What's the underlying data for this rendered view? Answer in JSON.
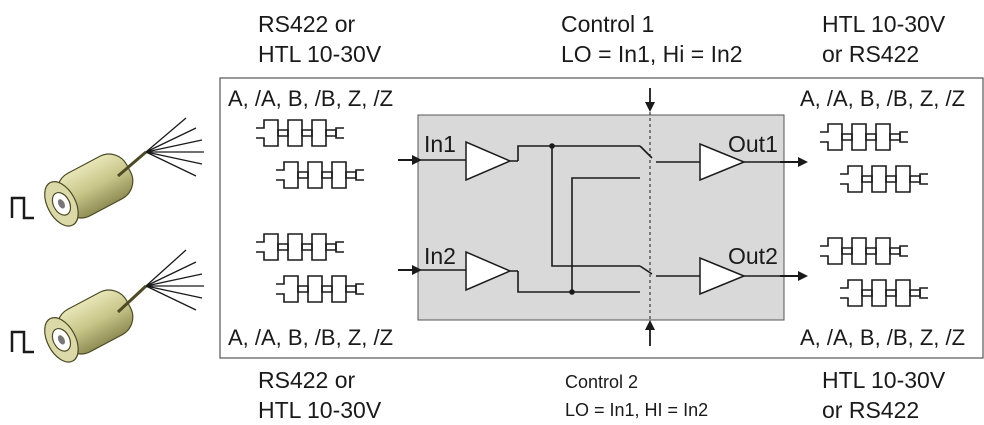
{
  "labels": {
    "input_type_top_line1": "RS422 or",
    "input_type_top_line2": "HTL 10-30V",
    "control1_title": "Control 1",
    "control1_logic": "LO = In1, Hi = In2",
    "output_type_top_line1": "HTL 10-30V",
    "output_type_top_line2": "or RS422",
    "signals_in_top": "A, /A, B, /B, Z, /Z",
    "signals_out_top": "A, /A, B, /B, Z, /Z",
    "signals_in_bottom": "A, /A, B, /B, Z, /Z",
    "signals_out_bottom": "A, /A, B, /B, Z, /Z",
    "in1": "In1",
    "in2": "In2",
    "out1": "Out1",
    "out2": "Out2",
    "input_type_bottom_line1": "RS422 or",
    "input_type_bottom_line2": "HTL 10-30V",
    "control2_title": "Control 2",
    "control2_logic": "LO = In1, HI = In2",
    "output_type_bottom_line1": "HTL 10-30V",
    "output_type_bottom_line2": "or RS422"
  },
  "colors": {
    "inner_box_fill": "#d9d9d9",
    "encoder_body": "#c9c68a",
    "line": "#1a1a1a"
  }
}
